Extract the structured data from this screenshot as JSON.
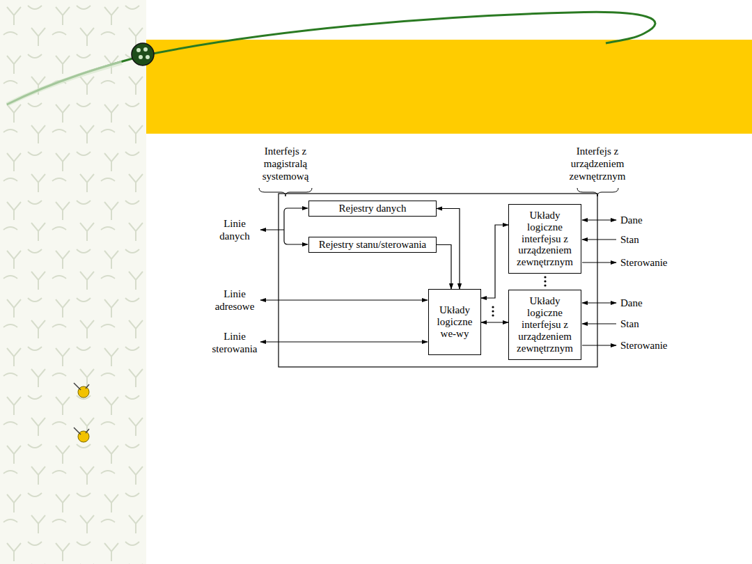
{
  "diagram": {
    "nodes": [
      {
        "text": [
          "Rejestry danych"
        ]
      },
      {
        "text": [
          "Rejestry stanu/sterowania"
        ]
      },
      {
        "text": [
          "Układy logiczne we-wy"
        ]
      },
      {
        "text": [
          "Układy logiczne interfejsu z urządzeniem zewnętrznym"
        ]
      },
      {
        "text": [
          "Układy logiczne interfejsu z urządzeniem zewnętrznym"
        ]
      }
    ],
    "edges": [
      {
        "from": 0,
        "to": 2,
        "arrow": "both"
      },
      {
        "from": 1,
        "to": 2,
        "arrow": "to"
      },
      {
        "from": 2,
        "to": 3,
        "arrow": "both"
      },
      {
        "from": 2,
        "to": 4,
        "arrow": "both"
      }
    ],
    "labels": [
      "Interfejs z magistralą systemową",
      "Interfejs z urządzeniem zewnętrznym",
      "Linie danych",
      "Linie adresowe",
      "Linie sterowania",
      "Dane",
      "Stan",
      "Sterowanie",
      "Dane",
      "Stan",
      "Sterowanie"
    ]
  }
}
